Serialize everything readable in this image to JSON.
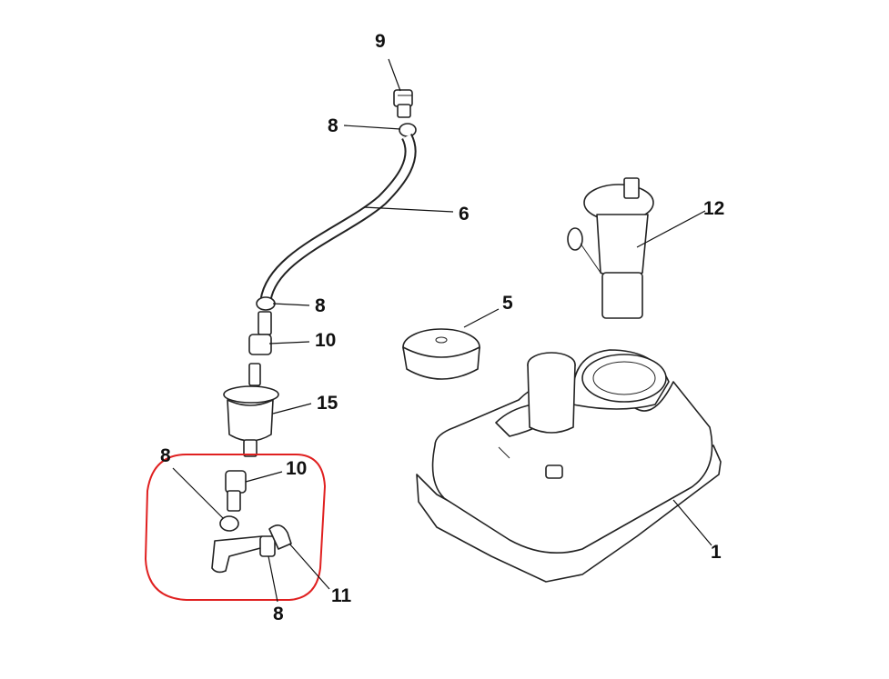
{
  "callouts": [
    {
      "id": "c9",
      "text": "9"
    },
    {
      "id": "c8a",
      "text": "8"
    },
    {
      "id": "c6",
      "text": "6"
    },
    {
      "id": "c12",
      "text": "12"
    },
    {
      "id": "c5",
      "text": "5"
    },
    {
      "id": "c8b",
      "text": "8"
    },
    {
      "id": "c10a",
      "text": "10"
    },
    {
      "id": "c15",
      "text": "15"
    },
    {
      "id": "c8c",
      "text": "8"
    },
    {
      "id": "c10b",
      "text": "10"
    },
    {
      "id": "c1",
      "text": "1"
    },
    {
      "id": "c11",
      "text": "11"
    },
    {
      "id": "c8d",
      "text": "8"
    }
  ],
  "colors": {
    "highlight": "#e02020",
    "line": "#222222"
  }
}
